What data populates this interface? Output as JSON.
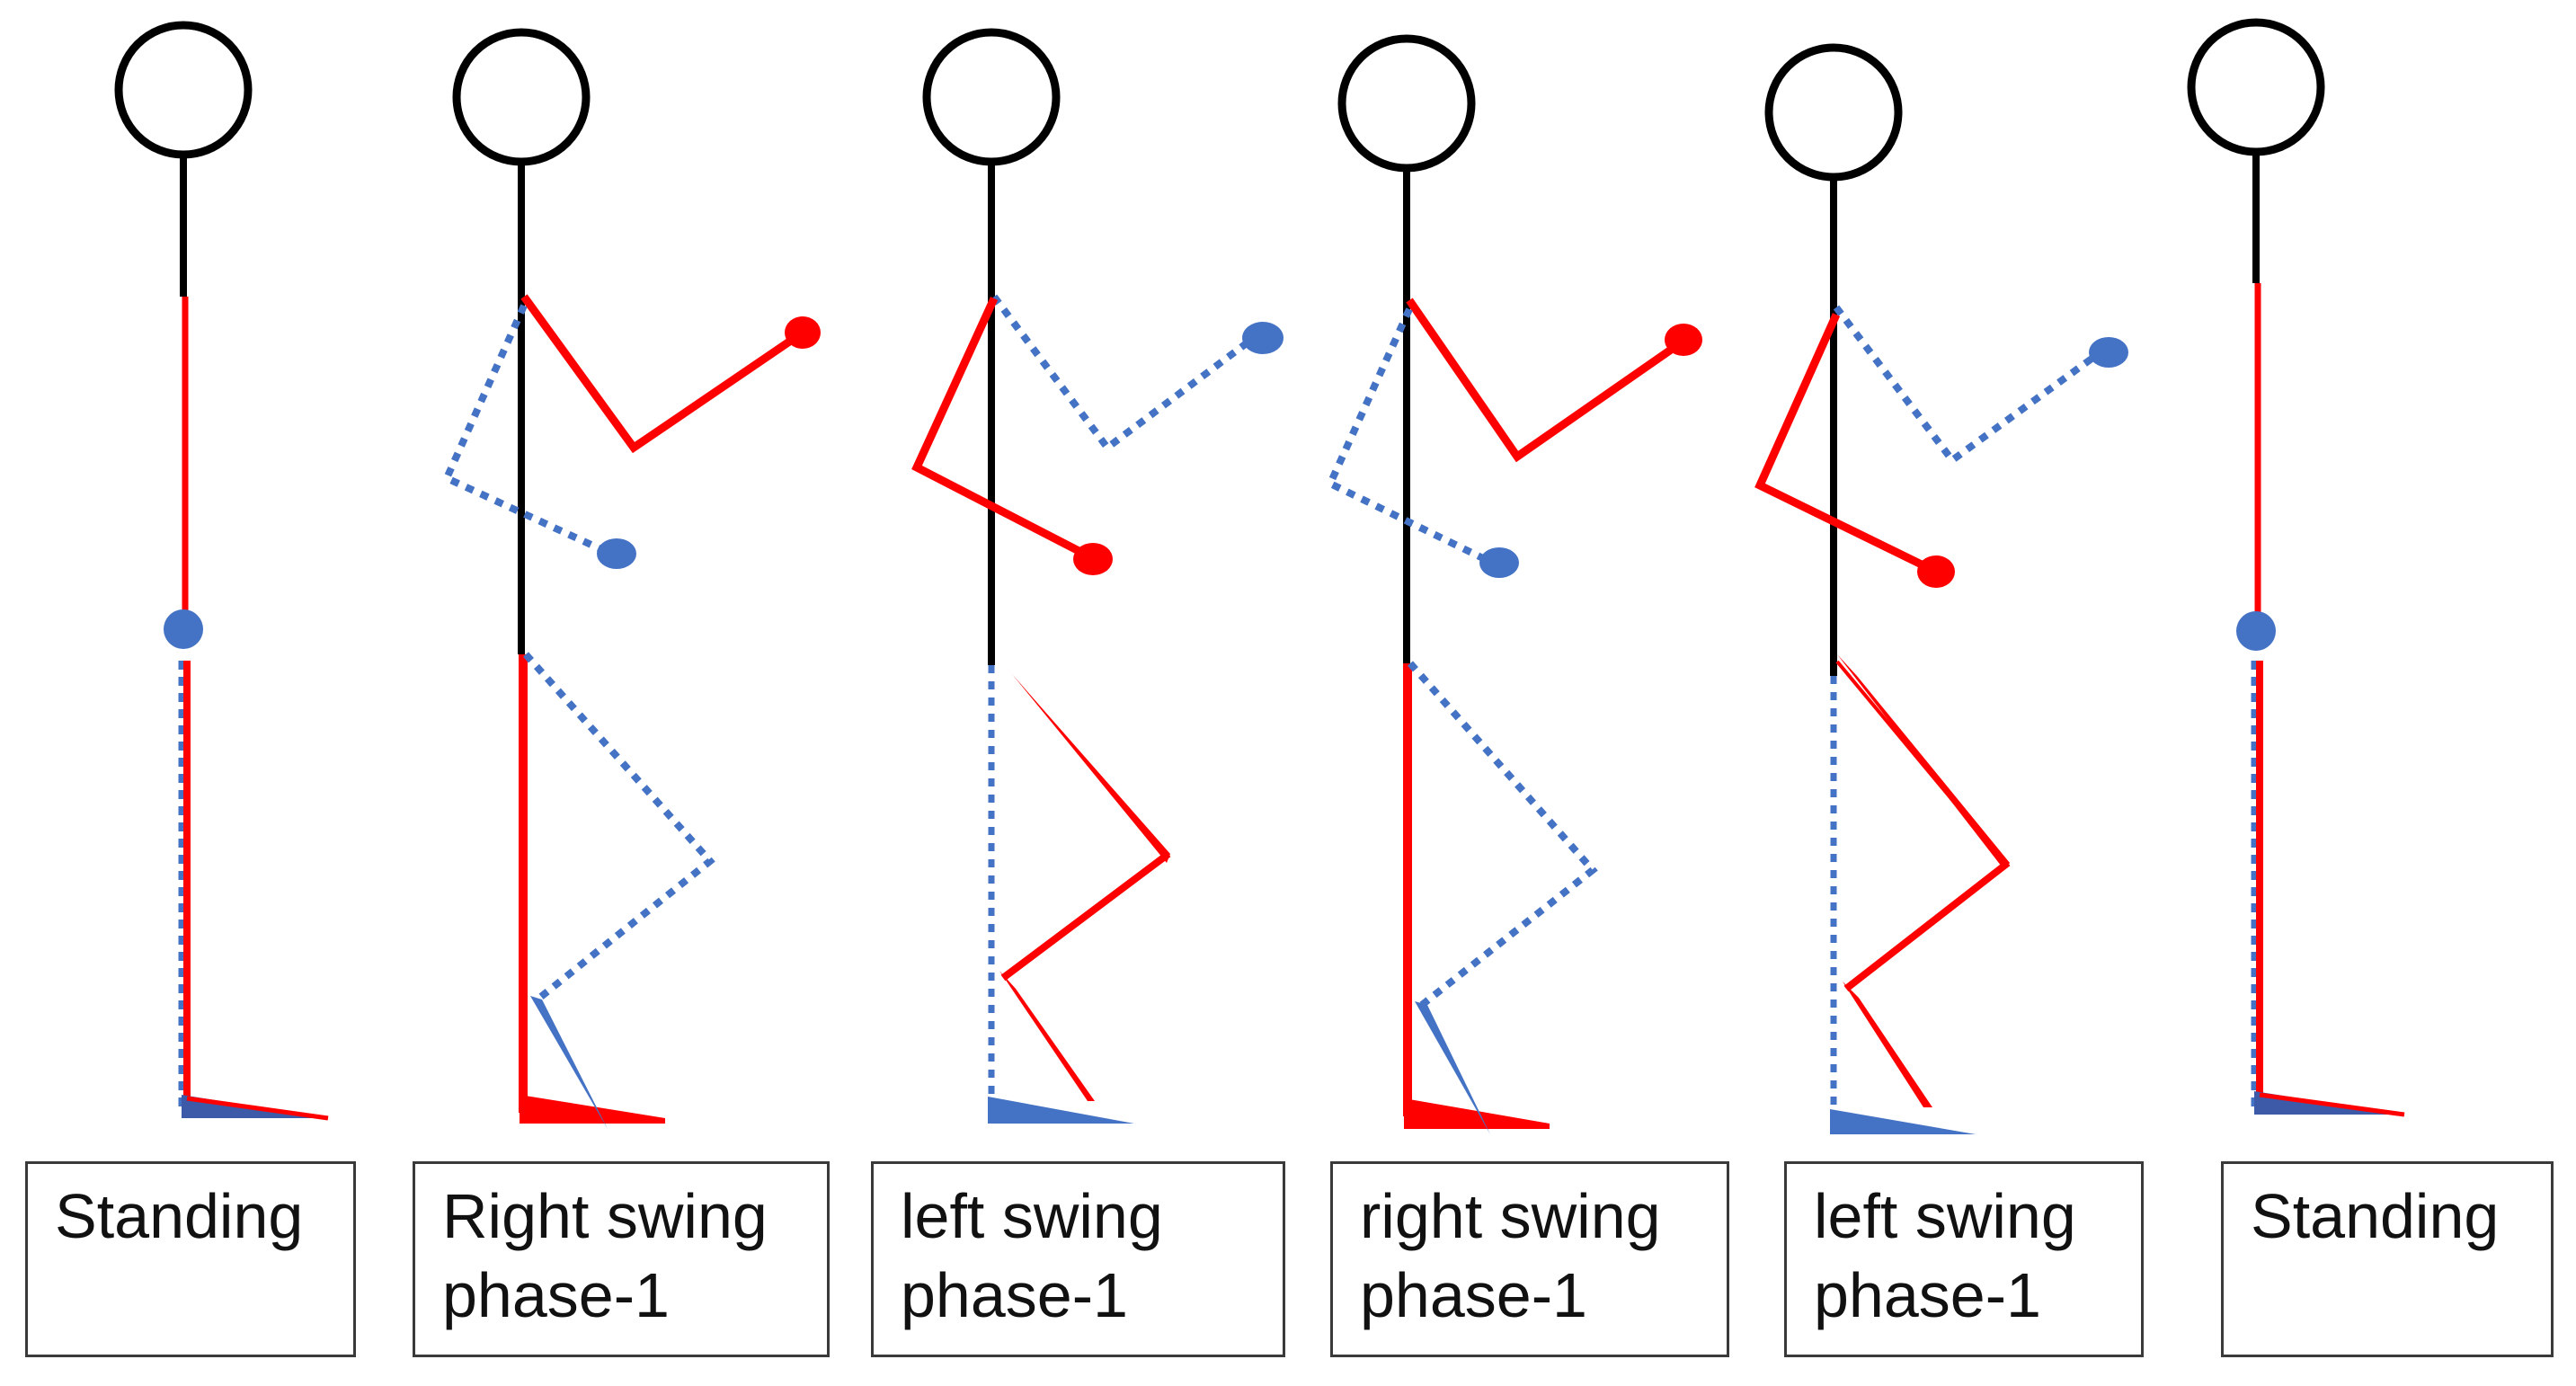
{
  "colors": {
    "body": "#000000",
    "active_limb": "#ff0000",
    "inactive_limb": "#4472c4",
    "caption_border": "#3a3a3a"
  },
  "captions": [
    {
      "line1": "Standing",
      "line2": ""
    },
    {
      "line1": "Right swing",
      "line2": "phase-1"
    },
    {
      "line1": "left swing",
      "line2": "phase-1"
    },
    {
      "line1": "right swing",
      "line2": "phase-1"
    },
    {
      "line1": "left swing",
      "line2": "phase-1"
    },
    {
      "line1": "Standing",
      "line2": ""
    }
  ]
}
